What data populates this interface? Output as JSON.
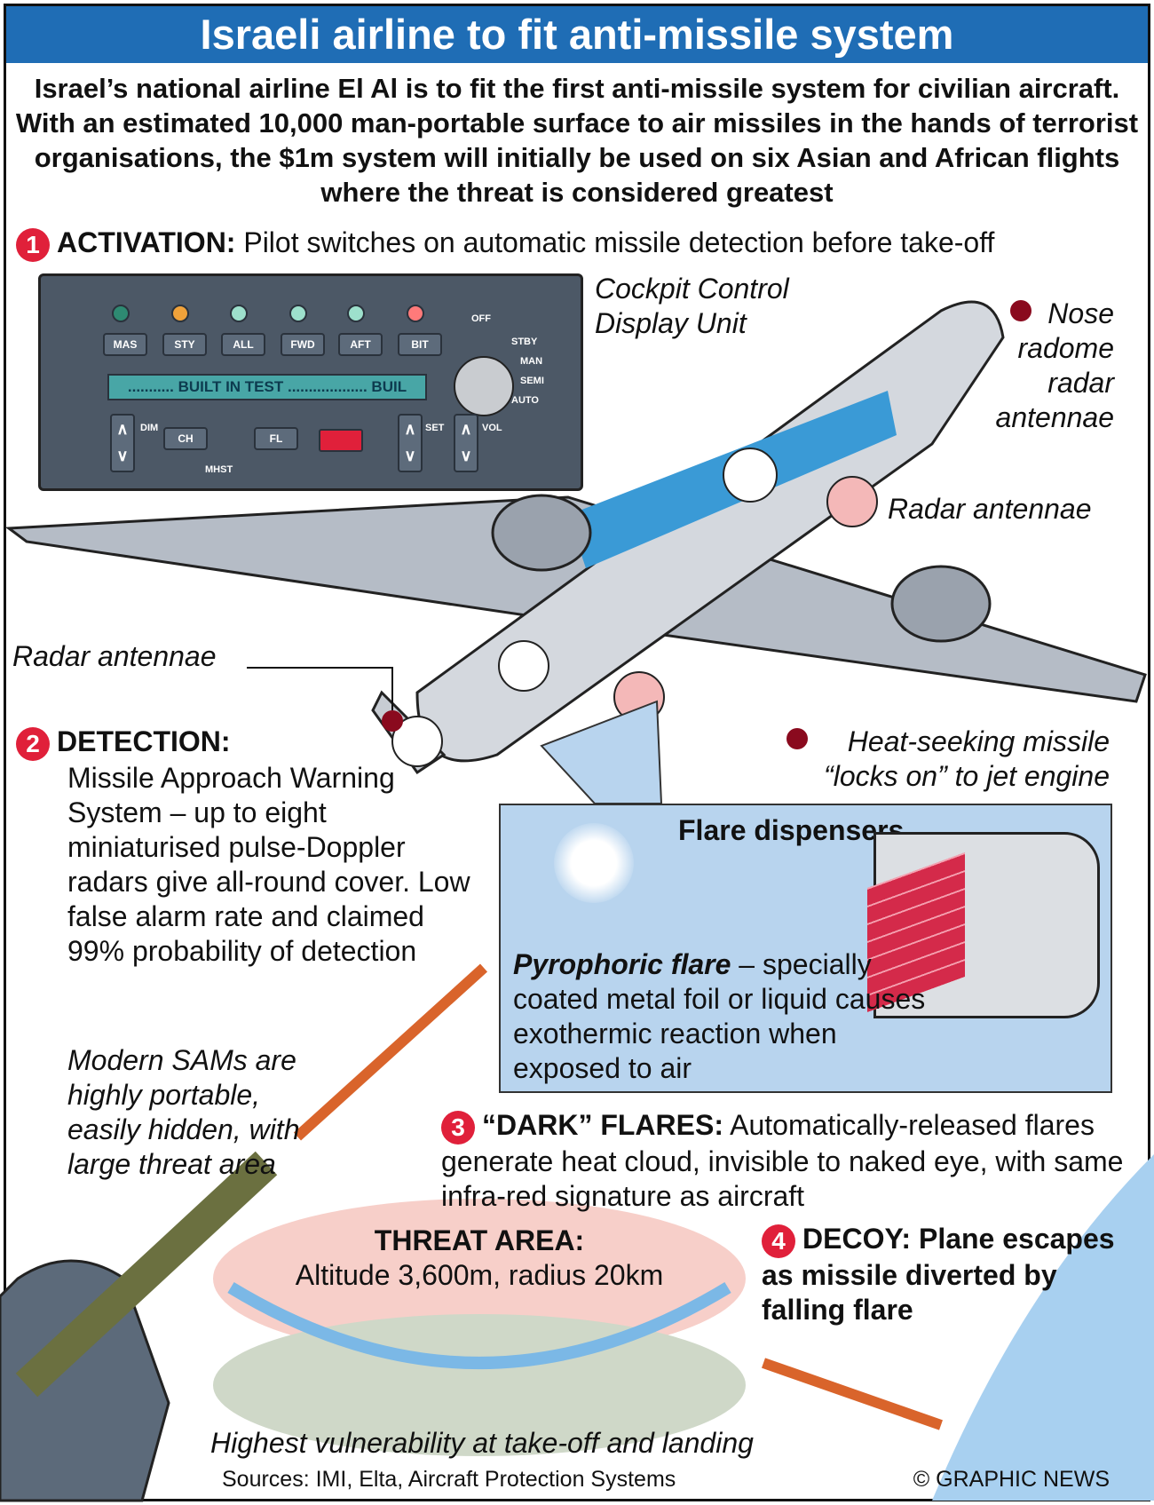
{
  "title": "Israeli airline to fit anti-missile system",
  "intro": "Israel’s national airline El Al is to fit the first anti-missile system for civilian aircraft. With an estimated 10,000 man-portable surface to air missiles in the hands of terrorist organisations, the $1m system will initially be used on six Asian and African flights where the threat is considered greatest",
  "steps": [
    {
      "num": "1",
      "heading": "ACTIVATION:",
      "text": " Pilot switches on automatic missile detection before take-off"
    },
    {
      "num": "2",
      "heading": "DETECTION:",
      "text": "Missile Approach Warning System – up to eight miniaturised pulse-Doppler radars give all-round cover. Low false alarm rate and claimed 99% probability of detection"
    },
    {
      "num": "3",
      "heading": "“DARK” FLARES:",
      "text": " Automatically-released flares generate heat cloud, invisible to naked eye, with same infra-red signature as aircraft"
    },
    {
      "num": "4",
      "heading": "DECOY:",
      "text": " Plane escapes as missile diverted by falling flare"
    }
  ],
  "panel": {
    "buttons": [
      "MAS",
      "STY",
      "ALL",
      "FWD",
      "AFT",
      "BIT"
    ],
    "display": "........... BUILT IN TEST ................... BUIL",
    "knob_positions": [
      "OFF",
      "STBY",
      "MAN",
      "SEMI",
      "AUTO"
    ],
    "ch": "CH",
    "fl": "FL",
    "mhst": "MHST",
    "dim": "DIM",
    "set": "SET",
    "vol": "VOL"
  },
  "labels": {
    "cockpit": "Cockpit Control Display Unit",
    "nose": "Nose radome radar antennae",
    "radar_right": "Radar antennae",
    "radar_left": "Radar antennae",
    "heat": "Heat-seeking missile “locks on” to jet engine",
    "flare_title": "Flare dispensers",
    "pyro_head": "Pyrophoric flare",
    "pyro_text": " – specially coated metal foil or liquid causes exothermic reaction when exposed to air",
    "sams": "Modern SAMs are highly portable, easily hidden, with large threat area",
    "threat_head": "THREAT AREA:",
    "threat_text": "Altitude 3,600m, radius 20km",
    "vulnerability": "Highest vulnerability at take-off and landing"
  },
  "footer": {
    "sources": "Sources: IMI, Elta, Aircraft Protection Systems",
    "credit": "© GRAPHIC NEWS"
  },
  "colors": {
    "title_bar": "#1f6db5",
    "accent_red": "#e0203a",
    "panel": "#4c5866",
    "flare_bg": "#b8d4ee"
  }
}
